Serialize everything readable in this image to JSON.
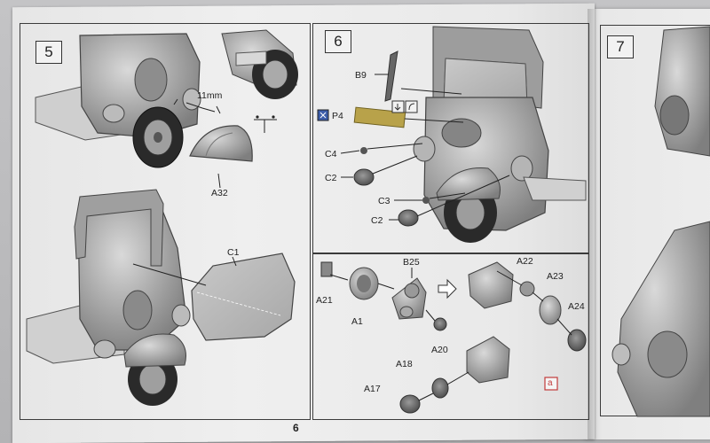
{
  "page_number": "6",
  "steps": {
    "step5": "5",
    "step6": "6",
    "step7": "7"
  },
  "dimension": "11mm",
  "subassembly_marker": "a",
  "part_labels": {
    "A32": "A32",
    "C1": "C1",
    "B9": "B9",
    "P4": "P4",
    "C4": "C4",
    "C2": "C2",
    "C3": "C3",
    "C2b": "C2",
    "A21": "A21",
    "A1": "A1",
    "B25": "B25",
    "A20": "A20",
    "A22": "A22",
    "A23": "A23",
    "A24": "A24",
    "A18": "A18",
    "A17": "A17"
  }
}
